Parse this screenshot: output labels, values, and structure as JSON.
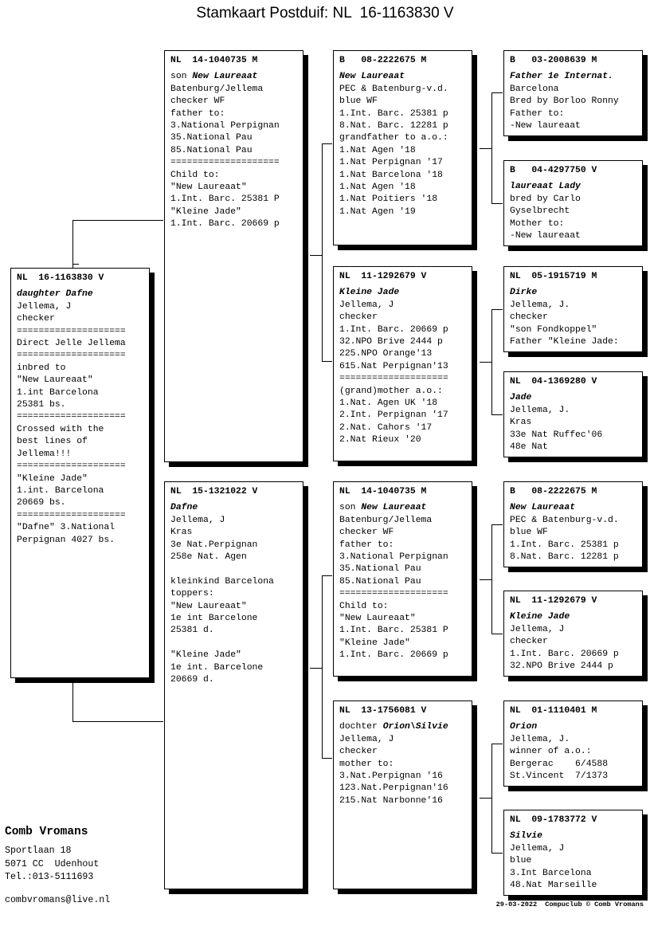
{
  "title": "Stamkaart Postduif: NL  16-1163830 V",
  "subject": {
    "id": "NL  16-1163830 V",
    "lines": [
      {
        "t": "daughter Dafne",
        "s": "ital"
      },
      {
        "t": "Jellema, J",
        "s": ""
      },
      {
        "t": "checker",
        "s": ""
      },
      {
        "t": "====================",
        "s": "rule"
      },
      {
        "t": "Direct Jelle Jellema",
        "s": ""
      },
      {
        "t": "====================",
        "s": "rule"
      },
      {
        "t": "inbred to",
        "s": ""
      },
      {
        "t": "\"New Laureaat\"",
        "s": ""
      },
      {
        "t": "1.int Barcelona",
        "s": ""
      },
      {
        "t": "25381 bs.",
        "s": ""
      },
      {
        "t": "====================",
        "s": "rule"
      },
      {
        "t": "Crossed with the",
        "s": ""
      },
      {
        "t": "best lines of",
        "s": ""
      },
      {
        "t": "Jellema!!!",
        "s": ""
      },
      {
        "t": "====================",
        "s": "rule"
      },
      {
        "t": "\"Kleine Jade\"",
        "s": ""
      },
      {
        "t": "1.int. Barcelona",
        "s": ""
      },
      {
        "t": "20669 bs.",
        "s": ""
      },
      {
        "t": "====================",
        "s": "rule"
      },
      {
        "t": "\"Dafne\" 3.National",
        "s": ""
      },
      {
        "t": "Perpignan 4027 bs.",
        "s": ""
      }
    ]
  },
  "gen1": {
    "father": {
      "id": "NL  14-1040735 M",
      "lines": [
        {
          "t": "son New Laureaat",
          "s": "semital",
          "pre": "son ",
          "em": "New Laureaat"
        },
        {
          "t": "Batenburg/Jellema",
          "s": ""
        },
        {
          "t": "checker WF",
          "s": ""
        },
        {
          "t": "father to:",
          "s": ""
        },
        {
          "t": "3.National Perpignan",
          "s": ""
        },
        {
          "t": "35.National Pau",
          "s": ""
        },
        {
          "t": "85.National Pau",
          "s": ""
        },
        {
          "t": "====================",
          "s": "rule"
        },
        {
          "t": "Child to:",
          "s": ""
        },
        {
          "t": "\"New Laureaat\"",
          "s": ""
        },
        {
          "t": "1.Int. Barc. 25381 P",
          "s": ""
        },
        {
          "t": "\"Kleine Jade\"",
          "s": ""
        },
        {
          "t": "1.Int. Barc. 20669 p",
          "s": ""
        }
      ]
    },
    "mother": {
      "id": "NL  15-1321022 V",
      "lines": [
        {
          "t": "Dafne",
          "s": "ital"
        },
        {
          "t": "Jellema, J",
          "s": ""
        },
        {
          "t": "Kras",
          "s": ""
        },
        {
          "t": "3e Nat.Perpignan",
          "s": ""
        },
        {
          "t": "258e Nat. Agen",
          "s": ""
        },
        {
          "t": "",
          "s": "blank"
        },
        {
          "t": "kleinkind Barcelona",
          "s": ""
        },
        {
          "t": "toppers:",
          "s": ""
        },
        {
          "t": "\"New Laureaat\"",
          "s": ""
        },
        {
          "t": "1e int Barcelone",
          "s": ""
        },
        {
          "t": "25381 d.",
          "s": ""
        },
        {
          "t": "",
          "s": "blank"
        },
        {
          "t": "\"Kleine Jade\"",
          "s": ""
        },
        {
          "t": "1e int. Barcelone",
          "s": ""
        },
        {
          "t": "20669 d.",
          "s": ""
        }
      ]
    }
  },
  "gen2": {
    "ff": {
      "id": "B   08-2222675 M",
      "lines": [
        {
          "t": "New Laureaat",
          "s": "ital"
        },
        {
          "t": "PEC & Batenburg-v.d.",
          "s": ""
        },
        {
          "t": "blue WF",
          "s": ""
        },
        {
          "t": "1.Int. Barc. 25381 p",
          "s": ""
        },
        {
          "t": "8.Nat. Barc. 12281 p",
          "s": ""
        },
        {
          "t": "grandfather to a.o.:",
          "s": ""
        },
        {
          "t": "1.Nat Agen '18",
          "s": ""
        },
        {
          "t": "1.Nat Perpignan '17",
          "s": ""
        },
        {
          "t": "1.Nat Barcelona '18",
          "s": ""
        },
        {
          "t": "1.Nat Agen '18",
          "s": ""
        },
        {
          "t": "1.Nat Poitiers '18",
          "s": ""
        },
        {
          "t": "1.Nat Agen '19",
          "s": ""
        }
      ]
    },
    "fm": {
      "id": "NL  11-1292679 V",
      "lines": [
        {
          "t": "Kleine Jade",
          "s": "ital"
        },
        {
          "t": "Jellema, J",
          "s": ""
        },
        {
          "t": "checker",
          "s": ""
        },
        {
          "t": "1.Int. Barc. 20669 p",
          "s": ""
        },
        {
          "t": "32.NPO Brive 2444 p",
          "s": ""
        },
        {
          "t": "225.NPO Orange'13",
          "s": ""
        },
        {
          "t": "615.Nat Perpignan'13",
          "s": ""
        },
        {
          "t": "====================",
          "s": "rule"
        },
        {
          "t": "(grand)mother a.o.:",
          "s": ""
        },
        {
          "t": "1.Nat. Agen UK '18",
          "s": ""
        },
        {
          "t": "2.Int. Perpignan '17",
          "s": ""
        },
        {
          "t": "2.Nat. Cahors '17",
          "s": ""
        },
        {
          "t": "2.Nat Rieux '20",
          "s": ""
        }
      ]
    },
    "mf": {
      "id": "NL  14-1040735 M",
      "lines": [
        {
          "t": "son New Laureaat",
          "s": "semital",
          "pre": "son ",
          "em": "New Laureaat"
        },
        {
          "t": "Batenburg/Jellema",
          "s": ""
        },
        {
          "t": "checker WF",
          "s": ""
        },
        {
          "t": "father to:",
          "s": ""
        },
        {
          "t": "3.National Perpignan",
          "s": ""
        },
        {
          "t": "35.National Pau",
          "s": ""
        },
        {
          "t": "85.National Pau",
          "s": ""
        },
        {
          "t": "====================",
          "s": "rule"
        },
        {
          "t": "Child to:",
          "s": ""
        },
        {
          "t": "\"New Laureaat\"",
          "s": ""
        },
        {
          "t": "1.Int. Barc. 25381 P",
          "s": ""
        },
        {
          "t": "\"Kleine Jade\"",
          "s": ""
        },
        {
          "t": "1.Int. Barc. 20669 p",
          "s": ""
        }
      ]
    },
    "mm": {
      "id": "NL  13-1756081 V",
      "lines": [
        {
          "t": "dochter Orion\\Silvie",
          "s": "semital",
          "pre": "dochter ",
          "em": "Orion\\Silvie"
        },
        {
          "t": "Jellema, J",
          "s": ""
        },
        {
          "t": "checker",
          "s": ""
        },
        {
          "t": "mother to:",
          "s": ""
        },
        {
          "t": "3.Nat.Perpignan '16",
          "s": ""
        },
        {
          "t": "123.Nat.Perpignan'16",
          "s": ""
        },
        {
          "t": "215.Nat Narbonne'16",
          "s": ""
        }
      ]
    }
  },
  "gen3": {
    "fff": {
      "id": "B   03-2008639 M",
      "lines": [
        {
          "t": "Father 1e Internat.",
          "s": "ital"
        },
        {
          "t": "Barcelona",
          "s": ""
        },
        {
          "t": "Bred by Borloo Ronny",
          "s": ""
        },
        {
          "t": "Father to:",
          "s": ""
        },
        {
          "t": "-New laureaat",
          "s": ""
        }
      ]
    },
    "ffm": {
      "id": "B   04-4297750 V",
      "lines": [
        {
          "t": "laureaat Lady",
          "s": "ital"
        },
        {
          "t": "bred by Carlo",
          "s": ""
        },
        {
          "t": "Gyselbrecht",
          "s": ""
        },
        {
          "t": "Mother to:",
          "s": ""
        },
        {
          "t": "-New laureaat",
          "s": ""
        }
      ]
    },
    "fmf": {
      "id": "NL  05-1915719 M",
      "lines": [
        {
          "t": "Dirke",
          "s": "ital"
        },
        {
          "t": "Jellema, J.",
          "s": ""
        },
        {
          "t": "checker",
          "s": ""
        },
        {
          "t": "\"son Fondkoppel\"",
          "s": ""
        },
        {
          "t": "Father \"Kleine Jade:",
          "s": ""
        }
      ]
    },
    "fmm": {
      "id": "NL  04-1369280 V",
      "lines": [
        {
          "t": "Jade",
          "s": "ital"
        },
        {
          "t": "Jellema, J.",
          "s": ""
        },
        {
          "t": "Kras",
          "s": ""
        },
        {
          "t": "33e Nat Ruffec'06",
          "s": ""
        },
        {
          "t": "48e Nat",
          "s": ""
        }
      ]
    },
    "mff": {
      "id": "B   08-2222675 M",
      "lines": [
        {
          "t": "New Laureaat",
          "s": "ital"
        },
        {
          "t": "PEC & Batenburg-v.d.",
          "s": ""
        },
        {
          "t": "blue WF",
          "s": ""
        },
        {
          "t": "1.Int. Barc. 25381 p",
          "s": ""
        },
        {
          "t": "8.Nat. Barc. 12281 p",
          "s": ""
        }
      ]
    },
    "mfm": {
      "id": "NL  11-1292679 V",
      "lines": [
        {
          "t": "Kleine Jade",
          "s": "ital"
        },
        {
          "t": "Jellema, J",
          "s": ""
        },
        {
          "t": "checker",
          "s": ""
        },
        {
          "t": "1.Int. Barc. 20669 p",
          "s": ""
        },
        {
          "t": "32.NPO Brive 2444 p",
          "s": ""
        }
      ]
    },
    "mmf": {
      "id": "NL  01-1110401 M",
      "lines": [
        {
          "t": "Orion",
          "s": "ital"
        },
        {
          "t": "Jellema, J.",
          "s": ""
        },
        {
          "t": "winner of a.o.:",
          "s": ""
        },
        {
          "t": "Bergerac    6/4588",
          "s": ""
        },
        {
          "t": "St.Vincent  7/1373",
          "s": ""
        }
      ]
    },
    "mmm": {
      "id": "NL  09-1783772 V",
      "lines": [
        {
          "t": "Silvie",
          "s": "ital"
        },
        {
          "t": "Jellema, J",
          "s": ""
        },
        {
          "t": "blue",
          "s": ""
        },
        {
          "t": "3.Int Barcelona",
          "s": ""
        },
        {
          "t": "48.Nat Marseille",
          "s": ""
        }
      ]
    }
  },
  "footer": {
    "name": "Comb Vromans",
    "address1": "Sportlaan 18",
    "address2": "5071 CC  Udenhout",
    "phone": "Tel.:013-5111693",
    "email": "combvromans@live.nl"
  },
  "credit": {
    "date": "29-03-2022",
    "text": "Compuclub © Comb Vromans"
  }
}
